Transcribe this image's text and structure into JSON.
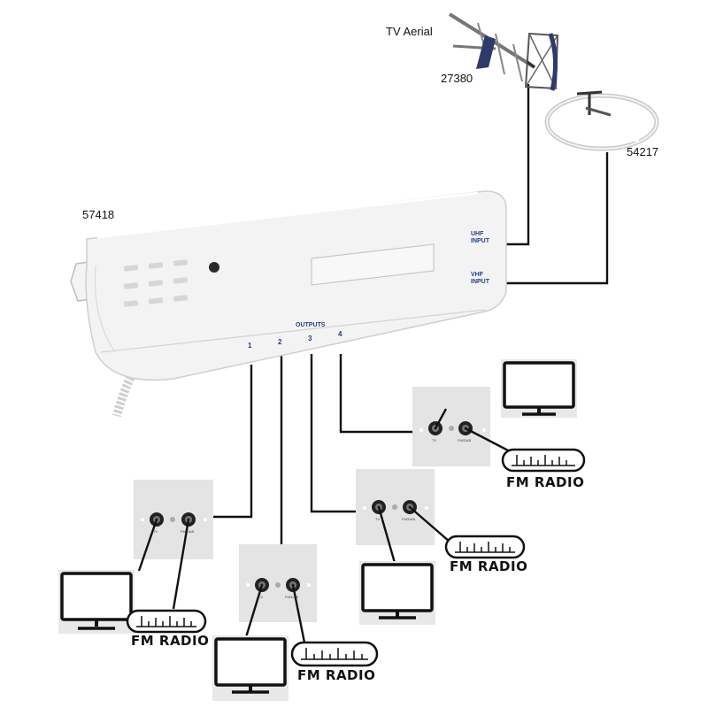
{
  "labels": {
    "tv_aerial": "TV Aerial",
    "aerial_code": "27380",
    "fm_aerial_code": "54217",
    "amplifier_code": "57418"
  },
  "amplifier": {
    "uhf_line1": "UHF",
    "uhf_line2": "INPUT",
    "vhf_line1": "VHF",
    "vhf_line2": "INPUT",
    "outputs_label": "OUTPUTS",
    "output_numbers": [
      "1",
      "2",
      "3",
      "4"
    ]
  },
  "wall_plate": {
    "tv_port": "TV",
    "fm_port": "FM/DAB"
  },
  "outlets": [
    {
      "fm_label": "FM RADIO"
    },
    {
      "fm_label": "FM RADIO"
    },
    {
      "fm_label": "FM RADIO"
    },
    {
      "fm_label": "FM RADIO"
    }
  ],
  "colors": {
    "amplifier_body": "#f2f2f2",
    "label_blue": "#1f3f86",
    "plate": "#e6e6e6",
    "cable": "#111111"
  }
}
